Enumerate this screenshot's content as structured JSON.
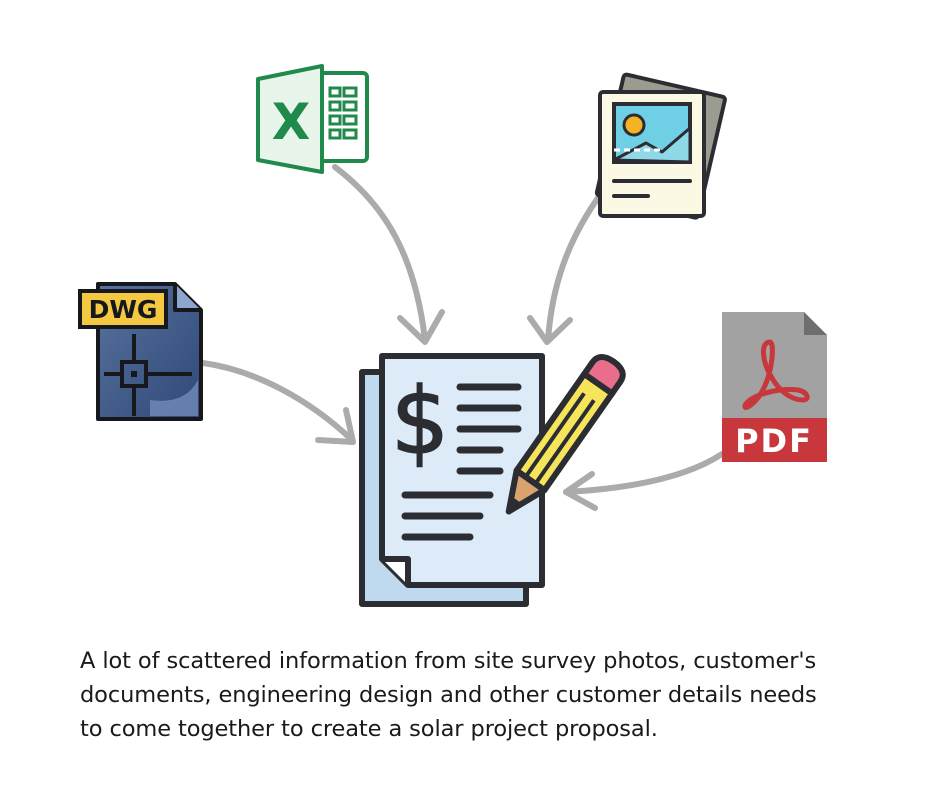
{
  "icons": {
    "excel": {
      "name": "excel-file-icon",
      "letter": "X",
      "color": "#1f8a4c"
    },
    "photo": {
      "name": "photo-document-icon"
    },
    "dwg": {
      "name": "dwg-file-icon",
      "label": "DWG"
    },
    "pdf": {
      "name": "pdf-file-icon",
      "label": "PDF"
    },
    "proposal": {
      "name": "proposal-document-icon",
      "symbol": "$"
    },
    "pencil": {
      "name": "pencil-icon"
    }
  },
  "colors": {
    "arrow": "#ababab",
    "outline": "#2b2d33",
    "paper": "#dcebf7",
    "paper_back": "#bfd9ef",
    "pencil_body": "#f6e45b",
    "pencil_eraser": "#e96e8c",
    "pdf_red": "#c7373b",
    "pdf_gray": "#a2a2a2",
    "dwg_blue": "#405b8d",
    "dwg_label": "#f5c842"
  },
  "caption": {
    "line1": "A lot of scattered information from site survey photos, customer's",
    "line2": "documents, engineering design and other customer details needs",
    "line3": "to come together to create a solar project proposal."
  }
}
